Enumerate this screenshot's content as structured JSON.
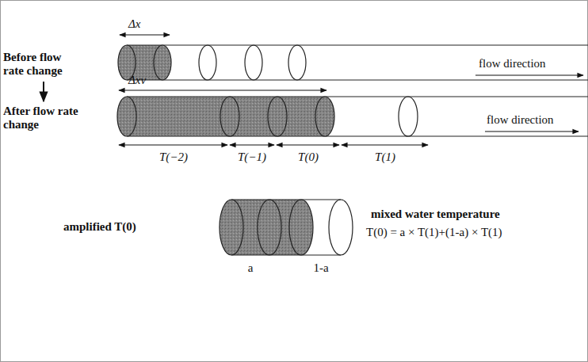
{
  "diagram": {
    "labels": [
      "Δx",
      "Before flow rate change",
      "flow direction",
      "After flow rate change",
      "Δxv",
      "flow direction",
      "T(−2)",
      "T(−1)",
      "T(0)",
      "T(1)",
      "amplified T(0)",
      "mixed water temperature",
      "T(0) = a × T(1)+(1-a) × T(1)",
      "a",
      "1-a"
    ]
  }
}
